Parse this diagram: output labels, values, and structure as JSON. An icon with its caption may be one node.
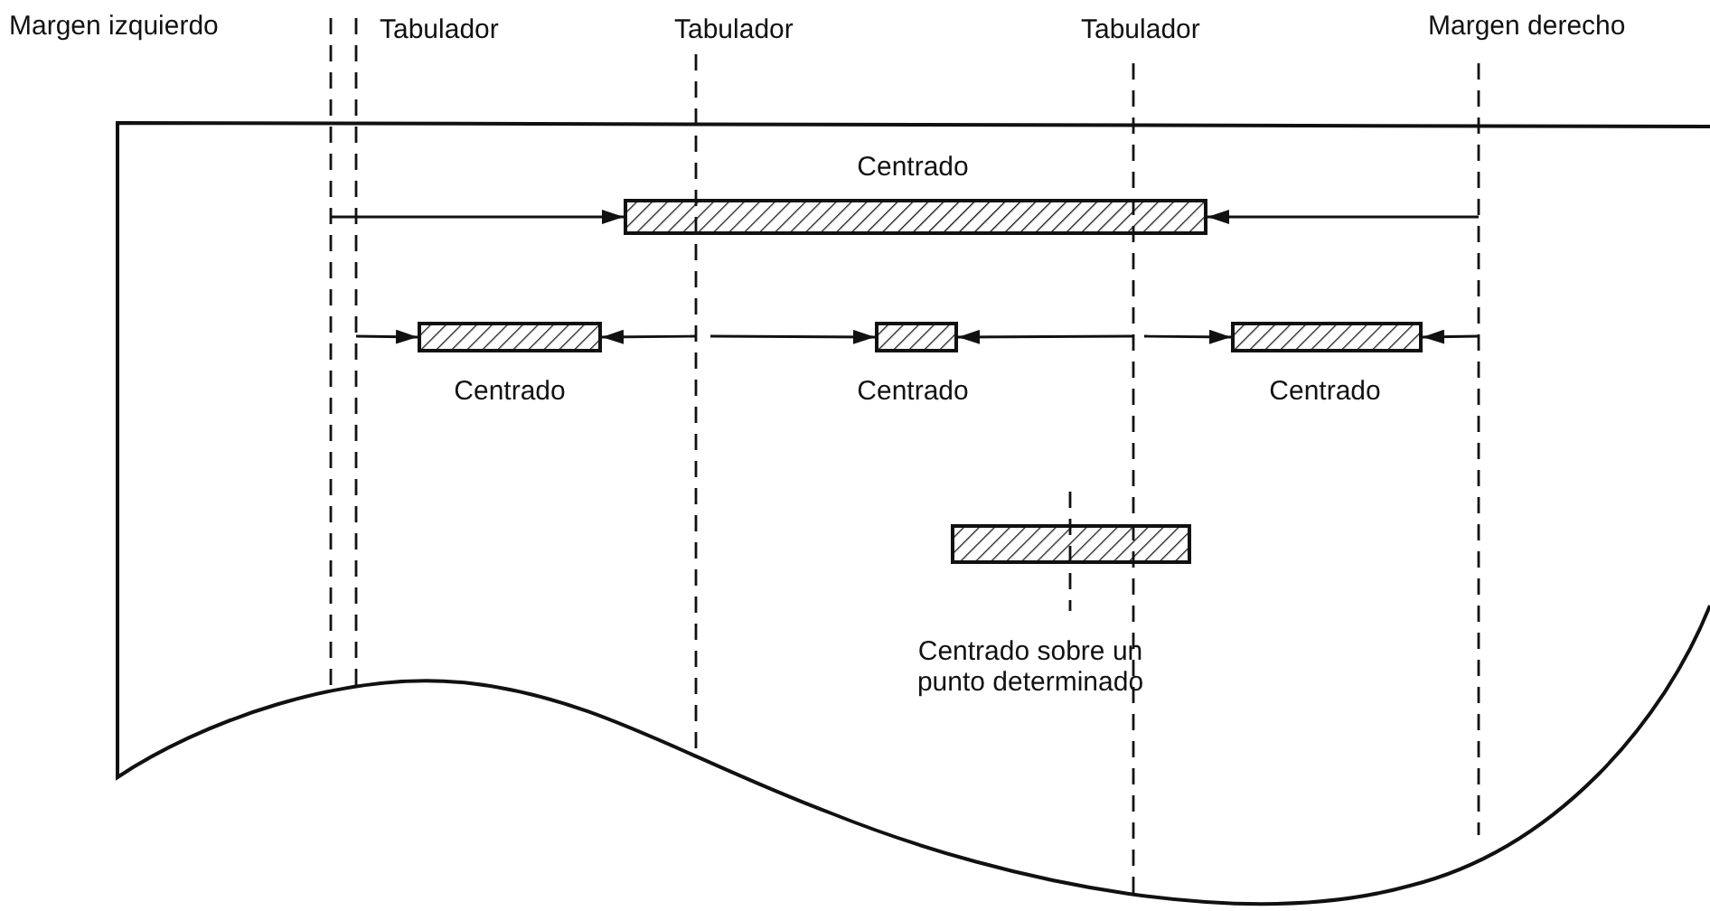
{
  "diagram": {
    "nodes": [
      {
        "text": [],
        "shape": "bar",
        "beside": [
          "Centrado"
        ]
      },
      {
        "text": [],
        "shape": "bar",
        "beside": [
          "Centrado"
        ]
      },
      {
        "text": [],
        "shape": "bar",
        "beside": [
          "Centrado"
        ]
      },
      {
        "text": [],
        "shape": "bar",
        "beside": [
          "Centrado"
        ]
      },
      {
        "text": [],
        "shape": "bar",
        "beside": [
          "Centrado sobre un punto determinado"
        ]
      }
    ],
    "edges": [
      {
        "from": null,
        "to": 0,
        "arrow": "to"
      },
      {
        "from": null,
        "to": 0,
        "arrow": "to"
      },
      {
        "from": null,
        "to": 1,
        "arrow": "to"
      },
      {
        "from": null,
        "to": 1,
        "arrow": "to"
      },
      {
        "from": null,
        "to": 2,
        "arrow": "to"
      },
      {
        "from": null,
        "to": 2,
        "arrow": "to"
      },
      {
        "from": null,
        "to": 3,
        "arrow": "to"
      },
      {
        "from": null,
        "to": 3,
        "arrow": "to"
      }
    ],
    "labels": [
      "Margen izquierdo",
      "Tabulador",
      "Tabulador",
      "Tabulador",
      "Margen derecho"
    ]
  }
}
